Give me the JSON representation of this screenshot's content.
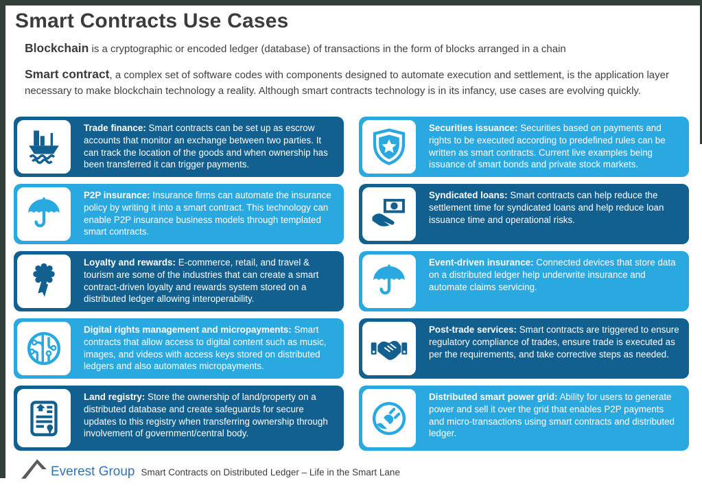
{
  "colors": {
    "dark_blue": "#11608f",
    "light_blue": "#29a9e0",
    "frame": "#33403a",
    "logo_blue": "#2e74b5"
  },
  "header": {
    "title": "Smart Contracts Use Cases",
    "intro1_lead": "Blockchain",
    "intro1_rest": " is a cryptographic or encoded ledger (database) of transactions in the form of blocks arranged in a chain",
    "intro2_lead": "Smart contract",
    "intro2_rest": ", a complex set of software codes with components designed to automate execution and settlement, is the application layer necessary to make blockchain technology a reality. Although smart contracts technology is in its infancy, use cases are evolving quickly."
  },
  "cards": {
    "left": [
      {
        "icon": "cargo-ship",
        "theme": "dark",
        "title": "Trade finance:",
        "body": "Smart contracts can be set up as escrow accounts that monitor an exchange between two parties. It can track the location of the goods and when ownership has been transferred it can trigger payments."
      },
      {
        "icon": "umbrella",
        "theme": "light",
        "title": "P2P insurance:",
        "body": "Insurance firms can automate the insurance policy by writing it into a smart contract. This technology can enable P2P insurance business models through templated smart contracts."
      },
      {
        "icon": "award-ribbon",
        "theme": "dark",
        "title": "Loyalty and rewards:",
        "body": "E-commerce, retail, and travel & tourism are some of the industries that can create a smart contract-driven loyalty and rewards system stored on a distributed ledger allowing interoperability."
      },
      {
        "icon": "circuit",
        "theme": "light",
        "title": "Digital rights management and micropayments:",
        "body": "Smart contracts that allow access to digital content such as music, images, and videos with access keys stored on distributed ledgers and also automates micropayments."
      },
      {
        "icon": "land-document",
        "theme": "dark",
        "title": "Land registry:",
        "body": "Store the ownership of land/property on a distributed database and create safeguards for secure updates to this registry when transferring ownership through involvement of government/central body."
      }
    ],
    "right": [
      {
        "icon": "shield-star",
        "theme": "light",
        "title": "Securities issuance:",
        "body": "Securities based on payments and rights to be executed according to predefined rules can be written as smart contracts. Current live examples being issuance of smart bonds and private stock markets."
      },
      {
        "icon": "hand-money",
        "theme": "dark",
        "title": "Syndicated loans:",
        "body": "Smart contracts can help reduce the settlement time for syndicated loans and help reduce loan issuance time and operational risks."
      },
      {
        "icon": "umbrella",
        "theme": "light",
        "title": "Event-driven insurance:",
        "body": "Connected devices that store data on a distributed ledger help underwrite insurance and automate claims servicing."
      },
      {
        "icon": "handshake",
        "theme": "dark",
        "title": "Post-trade services:",
        "body": "Smart contracts are triggered to ensure regulatory compliance of trades, ensure trade is executed as per the requirements, and take corrective steps as needed."
      },
      {
        "icon": "power-plug",
        "theme": "light",
        "title": "Distributed smart power grid:",
        "body": "Ability for users to generate power and sell it over the grid that enables P2P payments and micro-transactions using smart contracts and distributed ledger."
      }
    ]
  },
  "footer": {
    "logo_text": "Everest Group",
    "caption": "Smart Contracts on Distributed Ledger – Life in the Smart Lane"
  }
}
